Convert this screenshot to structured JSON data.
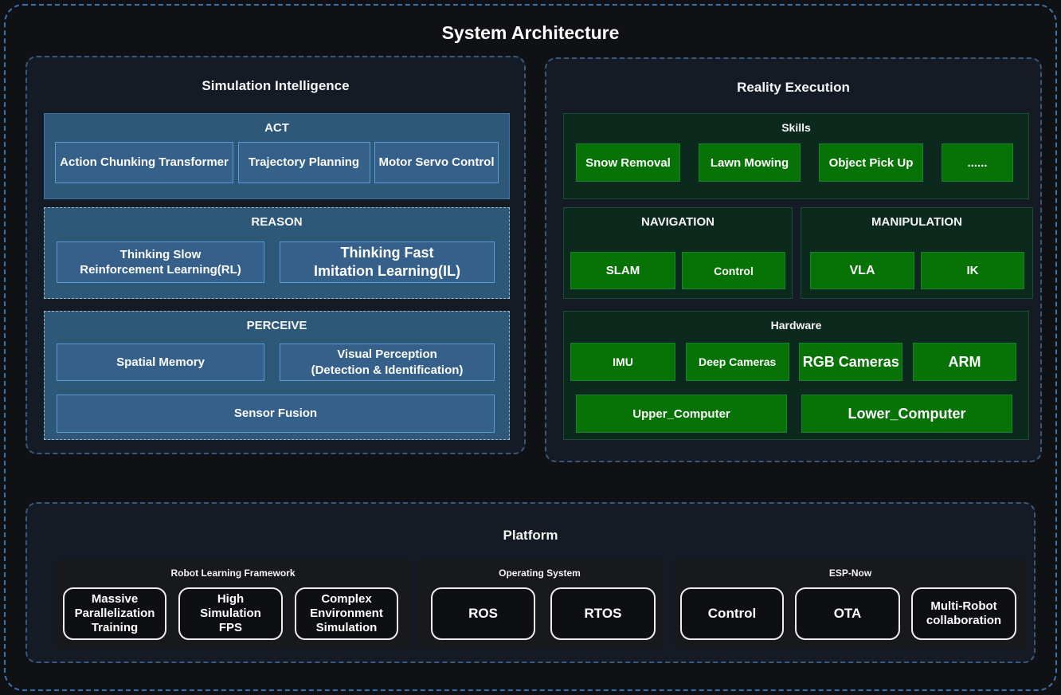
{
  "title": "System Architecture",
  "colors": {
    "page_bg": "#0f1115",
    "outer_border": "#3b72ab",
    "panel_bg": "#141b24",
    "panel_border": "#3a587a",
    "blue_section_bg": "#2d5877",
    "blue_item_bg": "#356089",
    "blue_item_border": "#5b9bd5",
    "green_section_bg": "#0b2a1d",
    "green_section_border": "#1e4a38",
    "green_item_bg": "#077307",
    "green_item_border": "#1c8033",
    "platform_group_bg": "#17191d",
    "platform_box_border": "#ededed",
    "text": "#f5f5f5"
  },
  "simulation": {
    "title": "Simulation Intelligence",
    "act": {
      "title": "ACT",
      "items": [
        "Action Chunking Transformer",
        "Trajectory Planning",
        "Motor Servo Control"
      ]
    },
    "reason": {
      "title": "REASON",
      "items": [
        "Thinking Slow\nReinforcement Learning(RL)",
        "Thinking Fast\nImitation Learning(IL)"
      ]
    },
    "perceive": {
      "title": "PERCEIVE",
      "items": [
        "Spatial Memory",
        "Visual Perception\n(Detection & Identification)",
        "Sensor Fusion"
      ]
    }
  },
  "reality": {
    "title": "Reality Execution",
    "skills": {
      "title": "Skills",
      "items": [
        "Snow Removal",
        "Lawn Mowing",
        "Object Pick Up",
        "......"
      ]
    },
    "navigation": {
      "title": "NAVIGATION",
      "items": [
        "SLAM",
        "Control"
      ]
    },
    "manipulation": {
      "title": "MANIPULATION",
      "items": [
        "VLA",
        "IK"
      ]
    },
    "hardware": {
      "title": "Hardware",
      "items": [
        "IMU",
        "Deep Cameras",
        "RGB Cameras",
        "ARM",
        "Upper_Computer",
        "Lower_Computer"
      ]
    }
  },
  "platform": {
    "title": "Platform",
    "groups": [
      {
        "title": "Robot Learning Framework",
        "items": [
          "Massive\nParallelization\nTraining",
          "High\nSimulation\nFPS",
          "Complex\nEnvironment\nSimulation"
        ]
      },
      {
        "title": "Operating System",
        "items": [
          "ROS",
          "RTOS"
        ]
      },
      {
        "title": "ESP-Now",
        "items": [
          "Control",
          "OTA",
          "Multi-Robot\ncollaboration"
        ]
      }
    ]
  }
}
